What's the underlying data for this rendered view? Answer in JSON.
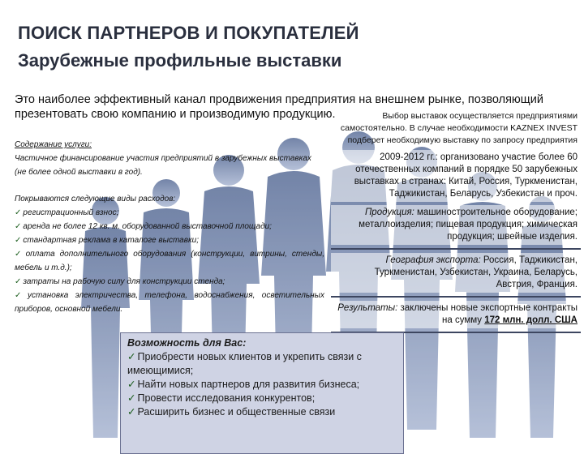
{
  "header": {
    "title": "ПОИСК ПАРТНЕРОВ И ПОКУПАТЕЛЕЙ",
    "subtitle": "Зарубежные профильные выставки"
  },
  "intro": "Это наиболее эффективный канал продвижения предприятия на внешнем рынке, позволяющий презентовать свою компанию и производимую продукцию.",
  "left": {
    "services_heading": "Содержание услуги:",
    "services_text": "Частичное финансирование участия предприятий в зарубежных выставках",
    "services_note": "(не более одной выставки в год).",
    "expenses_heading": "Покрываются следующие виды расходов:",
    "items": [
      "регистрационный взнос;",
      "аренда не более 12 кв. м. оборудованной выставочной площади;",
      "стандартная реклама в каталоге выставки;",
      "оплата дополнительного оборудования (конструкции, витрины, стенды, мебель и т.д.);",
      "затраты на рабочую силу для конструкции стенда;",
      "установка электричества, телефона, водоснабжения, осветительных приборов, основной мебели."
    ]
  },
  "right": {
    "note": "Выбор выставок осуществляется предприятиями самостоятельно. В случае необходимости KAZNEX INVEST подберет необходимую выставку по запросу предприятия",
    "history": "2009-2012 гг.: организовано участие более 60 отечественных компаний в порядке 50 зарубежных выставках в странах: Китай, Россия, Туркменистан, Таджикистан, Беларусь, Узбекистан и проч.",
    "products_label": "Продукция:",
    "products_text": "машиностроительное оборудование; металлоизделия; пищевая продукция; химическая продукция; швейные изделия.",
    "geo_label": "География экспорта:",
    "geo_text": "Россия, Таджикистан, Туркменистан, Узбекистан, Украина, Беларусь, Австрия, Франция.",
    "results_label": "Результаты:",
    "results_text": "заключены новые экспортные контракты на сумму",
    "results_amount": "172 млн. долл. США"
  },
  "opportunities": {
    "heading": "Возможность для Вас:",
    "items": [
      "Приобрести новых клиентов и укрепить связи с имеющимися;",
      "Найти новых партнеров для развития бизнеса;",
      "Провести исследования конкурентов;",
      "Расширить бизнес и общественные связи"
    ]
  },
  "colors": {
    "title": "#2a2f3e",
    "box": "#cfd3e4",
    "separator": "#3d4660"
  }
}
